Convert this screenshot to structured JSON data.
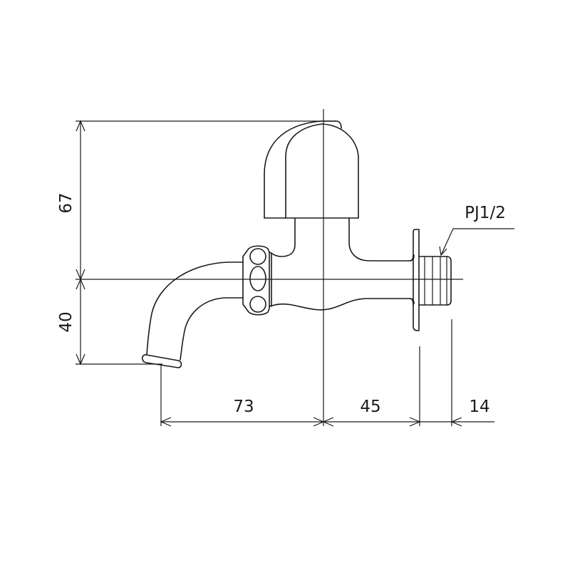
{
  "drawing": {
    "type": "technical-dimension-drawing",
    "subject": "wall faucet side elevation",
    "line_color": "#1a1a1a",
    "background": "#ffffff"
  },
  "dimensions": {
    "height_above_centerline": "67",
    "height_below_centerline": "40",
    "spout_to_center": "73",
    "center_to_flange": "45",
    "thread_length": "14"
  },
  "labels": {
    "thread_spec": "PJ1/2"
  }
}
